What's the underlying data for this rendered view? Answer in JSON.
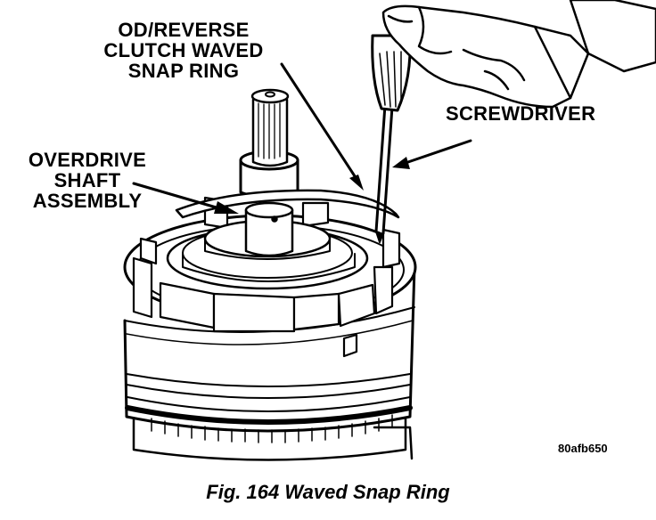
{
  "callouts": {
    "od_reverse": [
      "OD/REVERSE",
      "CLUTCH WAVED",
      "SNAP RING"
    ],
    "overdrive_shaft": [
      "OVERDRIVE",
      "SHAFT",
      "ASSEMBLY"
    ],
    "screwdriver": "SCREWDRIVER"
  },
  "figure_code": "80afb650",
  "caption": "Fig. 164 Waved Snap Ring"
}
